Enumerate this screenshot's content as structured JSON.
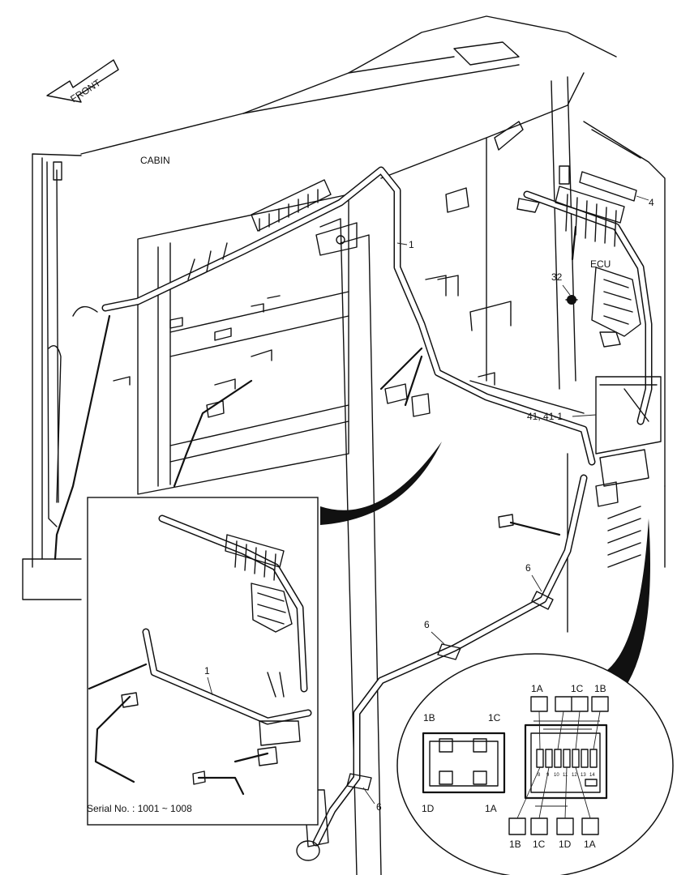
{
  "diagram": {
    "front_arrow_label": "FRONT",
    "cabin_label": "CABIN",
    "ecu_label": "ECU",
    "callouts": {
      "harness_main": "1",
      "harness_inset": "1",
      "relay_4": "4",
      "bolt_32": "32",
      "fuse_box_41": "41, 41-1",
      "clamp_upper": "6",
      "clamp_middle": "6",
      "clamp_lower": "6"
    },
    "serial_text": "Serial No. : 1001 ~ 1008",
    "relay_detail": {
      "top_labels": [
        "1A",
        "1C",
        "1B"
      ],
      "left_box_labels": [
        "1B",
        "1C",
        "1D",
        "1A"
      ],
      "fuse_numbers": [
        "8",
        "9",
        "10",
        "11",
        "12",
        "13",
        "14"
      ],
      "bottom_labels": [
        "1B",
        "1C",
        "1D",
        "1A"
      ]
    }
  }
}
